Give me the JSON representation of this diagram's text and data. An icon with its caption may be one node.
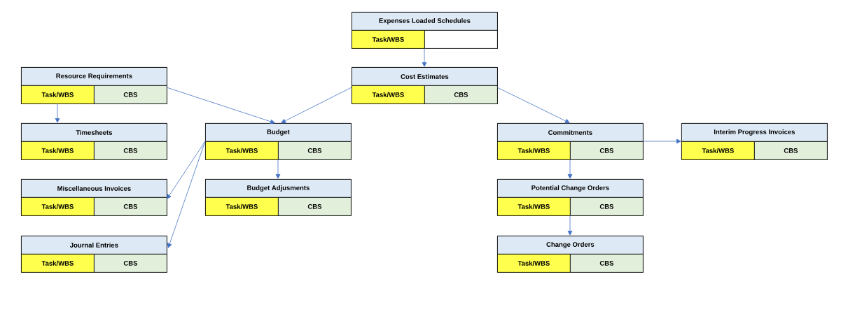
{
  "diagram": {
    "nodes": [
      {
        "text": [
          "Expenses Loaded Schedules",
          "Task/WBS"
        ]
      },
      {
        "text": [
          "Resource Requirements",
          "Task/WBS",
          "CBS"
        ]
      },
      {
        "text": [
          "Cost Estimates",
          "Task/WBS",
          "CBS"
        ]
      },
      {
        "text": [
          "Timesheets",
          "Task/WBS",
          "CBS"
        ]
      },
      {
        "text": [
          "Budget",
          "Task/WBS",
          "CBS"
        ]
      },
      {
        "text": [
          "Commitments",
          "Task/WBS",
          "CBS"
        ]
      },
      {
        "text": [
          "Interim Progress Invoices",
          "Task/WBS",
          "CBS"
        ]
      },
      {
        "text": [
          "Miscellaneous Invoices",
          "Task/WBS",
          "CBS"
        ]
      },
      {
        "text": [
          "Budget Adjusments",
          "Task/WBS",
          "CBS"
        ]
      },
      {
        "text": [
          "Potential Change Orders",
          "Task/WBS",
          "CBS"
        ]
      },
      {
        "text": [
          "Journal Entries",
          "Task/WBS",
          "CBS"
        ]
      },
      {
        "text": [
          "Change Orders",
          "Task/WBS",
          "CBS"
        ]
      }
    ],
    "edges": [
      {
        "from": 0,
        "to": 2,
        "arrow": "to"
      },
      {
        "from": 1,
        "to": 3,
        "arrow": "to"
      },
      {
        "from": 1,
        "to": 4,
        "arrow": "to"
      },
      {
        "from": 2,
        "to": 4,
        "arrow": "to"
      },
      {
        "from": 2,
        "to": 5,
        "arrow": "to"
      },
      {
        "from": 4,
        "to": 7,
        "arrow": "to"
      },
      {
        "from": 4,
        "to": 10,
        "arrow": "to"
      },
      {
        "from": 4,
        "to": 8,
        "arrow": "to"
      },
      {
        "from": 5,
        "to": 6,
        "arrow": "to"
      },
      {
        "from": 5,
        "to": 9,
        "arrow": "to"
      },
      {
        "from": 9,
        "to": 11,
        "arrow": "to"
      }
    ]
  }
}
